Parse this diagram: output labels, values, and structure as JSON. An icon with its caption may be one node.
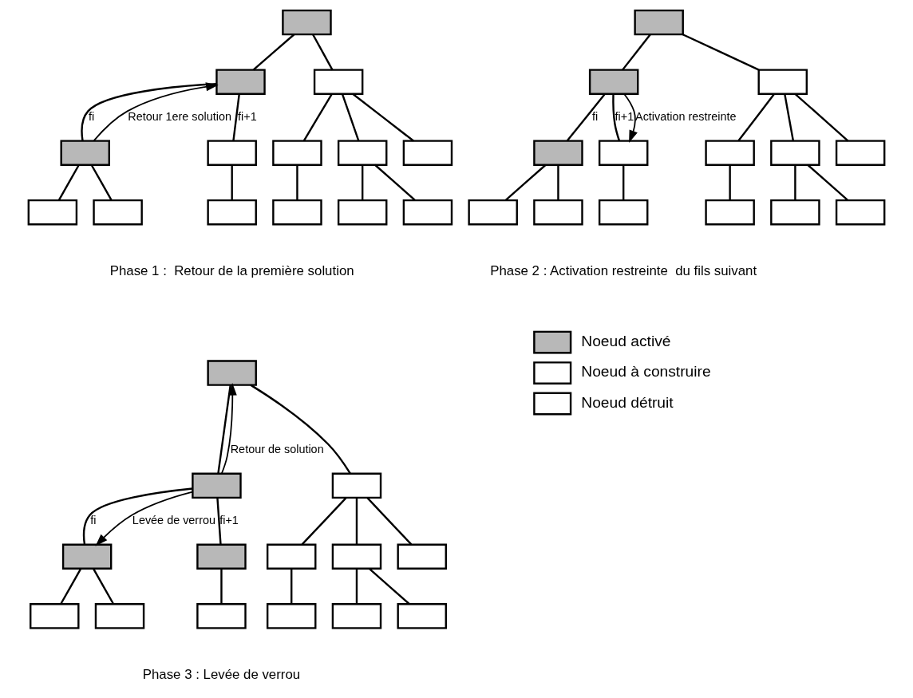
{
  "diagram": {
    "nodes": [
      {
        "text": [],
        "shape": "box"
      },
      {
        "text": [],
        "shape": "box"
      },
      {
        "text": [],
        "shape": "box"
      },
      {
        "text": [],
        "shape": "box"
      },
      {
        "text": [],
        "shape": "box"
      },
      {
        "text": [],
        "shape": "box"
      },
      {
        "text": [],
        "shape": "box"
      },
      {
        "text": [],
        "shape": "box"
      },
      {
        "text": [],
        "shape": "box"
      },
      {
        "text": [],
        "shape": "box"
      },
      {
        "text": [],
        "shape": "box"
      },
      {
        "text": [],
        "shape": "box"
      },
      {
        "text": [],
        "shape": "box"
      },
      {
        "text": [],
        "shape": "box"
      },
      {
        "text": [],
        "shape": "box"
      },
      {
        "text": [],
        "shape": "box"
      },
      {
        "text": [],
        "shape": "box"
      },
      {
        "text": [],
        "shape": "box"
      },
      {
        "text": [],
        "shape": "box"
      },
      {
        "text": [],
        "shape": "box"
      },
      {
        "text": [],
        "shape": "box"
      },
      {
        "text": [],
        "shape": "box"
      },
      {
        "text": [],
        "shape": "box"
      },
      {
        "text": [],
        "shape": "box"
      },
      {
        "text": [],
        "shape": "box"
      },
      {
        "text": [],
        "shape": "box"
      },
      {
        "text": [],
        "shape": "box"
      },
      {
        "text": [],
        "shape": "box"
      },
      {
        "text": [],
        "shape": "box"
      },
      {
        "text": [],
        "shape": "box"
      },
      {
        "text": [],
        "shape": "box"
      },
      {
        "text": [],
        "shape": "box"
      },
      {
        "text": [],
        "shape": "box"
      },
      {
        "text": [],
        "shape": "box"
      },
      {
        "text": [],
        "shape": "box"
      },
      {
        "text": [],
        "shape": "box"
      },
      {
        "text": [],
        "shape": "box"
      },
      {
        "text": [],
        "shape": "box"
      },
      {
        "text": [],
        "shape": "box"
      },
      {
        "text": [],
        "shape": "box"
      },
      {
        "text": [],
        "shape": "box"
      },
      {
        "text": [],
        "shape": "box"
      }
    ],
    "edges": [
      {
        "from": 0,
        "to": 1,
        "arrow": "none"
      },
      {
        "from": 0,
        "to": 2,
        "arrow": "none"
      },
      {
        "from": 1,
        "to": 3,
        "arrow": "none",
        "label": "fi"
      },
      {
        "from": 1,
        "to": 4,
        "arrow": "none",
        "label": "fi+1"
      },
      {
        "from": 2,
        "to": 5,
        "arrow": "none"
      },
      {
        "from": 2,
        "to": 6,
        "arrow": "none"
      },
      {
        "from": 2,
        "to": 7,
        "arrow": "none"
      },
      {
        "from": 3,
        "to": 8,
        "arrow": "none"
      },
      {
        "from": 3,
        "to": 9,
        "arrow": "none"
      },
      {
        "from": 4,
        "to": 10,
        "arrow": "none"
      },
      {
        "from": 5,
        "to": 11,
        "arrow": "none"
      },
      {
        "from": 6,
        "to": 12,
        "arrow": "none"
      },
      {
        "from": 6,
        "to": 13,
        "arrow": "none"
      },
      {
        "from": 3,
        "to": 1,
        "arrow": "to",
        "label": "Retour 1ere solution"
      },
      {
        "from": 14,
        "to": 15,
        "arrow": "none"
      },
      {
        "from": 14,
        "to": 16,
        "arrow": "none"
      },
      {
        "from": 15,
        "to": 17,
        "arrow": "none",
        "label": "fi"
      },
      {
        "from": 15,
        "to": 18,
        "arrow": "none",
        "label": "fi+1"
      },
      {
        "from": 16,
        "to": 19,
        "arrow": "none"
      },
      {
        "from": 16,
        "to": 20,
        "arrow": "none"
      },
      {
        "from": 16,
        "to": 21,
        "arrow": "none"
      },
      {
        "from": 17,
        "to": 22,
        "arrow": "none"
      },
      {
        "from": 17,
        "to": 23,
        "arrow": "none"
      },
      {
        "from": 18,
        "to": 24,
        "arrow": "none"
      },
      {
        "from": 19,
        "to": 25,
        "arrow": "none"
      },
      {
        "from": 20,
        "to": 26,
        "arrow": "none"
      },
      {
        "from": 20,
        "to": 27,
        "arrow": "none"
      },
      {
        "from": 15,
        "to": 18,
        "arrow": "to",
        "label": "Activation restreinte"
      },
      {
        "from": 28,
        "to": 29,
        "arrow": "none"
      },
      {
        "from": 28,
        "to": 30,
        "arrow": "none"
      },
      {
        "from": 29,
        "to": 31,
        "arrow": "none",
        "label": "fi"
      },
      {
        "from": 29,
        "to": 32,
        "arrow": "none",
        "label": "fi+1"
      },
      {
        "from": 30,
        "to": 33,
        "arrow": "none"
      },
      {
        "from": 30,
        "to": 34,
        "arrow": "none"
      },
      {
        "from": 30,
        "to": 35,
        "arrow": "none"
      },
      {
        "from": 31,
        "to": 36,
        "arrow": "none"
      },
      {
        "from": 31,
        "to": 37,
        "arrow": "none"
      },
      {
        "from": 32,
        "to": 38,
        "arrow": "none"
      },
      {
        "from": 33,
        "to": 39,
        "arrow": "none"
      },
      {
        "from": 34,
        "to": 40,
        "arrow": "none"
      },
      {
        "from": 34,
        "to": 41,
        "arrow": "none"
      },
      {
        "from": 29,
        "to": 28,
        "arrow": "to",
        "label": "Retour de solution"
      },
      {
        "from": 29,
        "to": 31,
        "arrow": "to",
        "label": "Levée de verrou"
      }
    ],
    "labels": [
      "Phase 1 :  Retour de la première solution",
      "Phase 2 : Activation restreinte  du fils suivant",
      "Phase 3 : Levée de verrou"
    ],
    "legend": [
      {
        "text": "Noeud activé"
      },
      {
        "text": "Noeud à construire"
      },
      {
        "text": "Noeud détruit"
      }
    ]
  }
}
